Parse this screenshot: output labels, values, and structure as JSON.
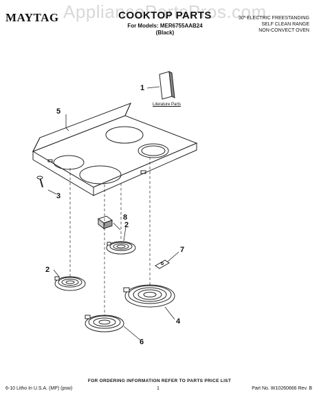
{
  "watermark": "AppliancePartsPros.com",
  "header": {
    "brand": "MAYTAG",
    "title": "COOKTOP PARTS",
    "models": "For Models: MER6755AAB24",
    "color": "(Black)",
    "description": [
      "30\" ELECTRIC FREESTANDING",
      "SELF CLEAN RANGE",
      "NON-CONVECT OVEN"
    ]
  },
  "diagram": {
    "literature_label": "Literature Parts",
    "callouts": [
      "1",
      "2",
      "2",
      "3",
      "4",
      "5",
      "6",
      "7",
      "8"
    ]
  },
  "footer": {
    "note": "FOR ORDERING INFORMATION REFER TO PARTS PRICE LIST",
    "left": "6-10 Litho In U.S.A. (MP) (psw)",
    "page": "1",
    "right": "Part No. W10260666 Rev. B"
  }
}
